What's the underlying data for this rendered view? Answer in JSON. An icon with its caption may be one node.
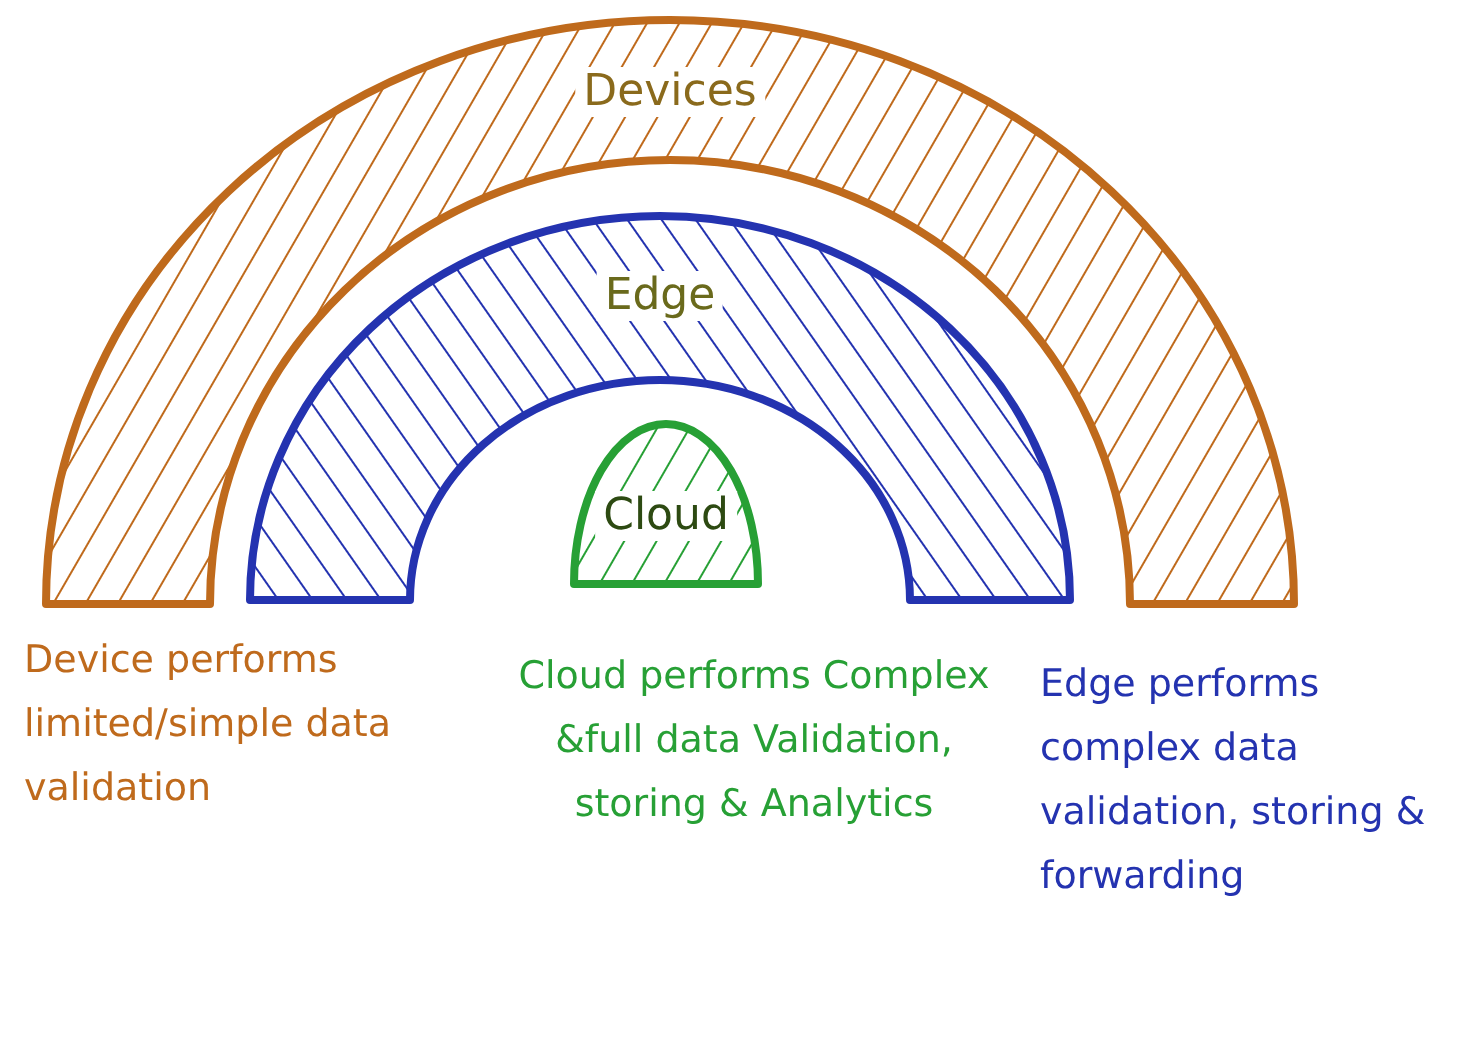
{
  "diagram": {
    "nodes": [
      {
        "text": [
          "Devices"
        ],
        "beside": [
          "Device performs limited/simple data validation"
        ]
      },
      {
        "text": [
          "Edge"
        ],
        "beside": [
          "Edge performs complex data validation, storing & forwarding"
        ]
      },
      {
        "text": [
          "Cloud"
        ],
        "beside": [
          "Cloud performs Complex &full data Validation, storing & Analytics"
        ]
      }
    ]
  }
}
